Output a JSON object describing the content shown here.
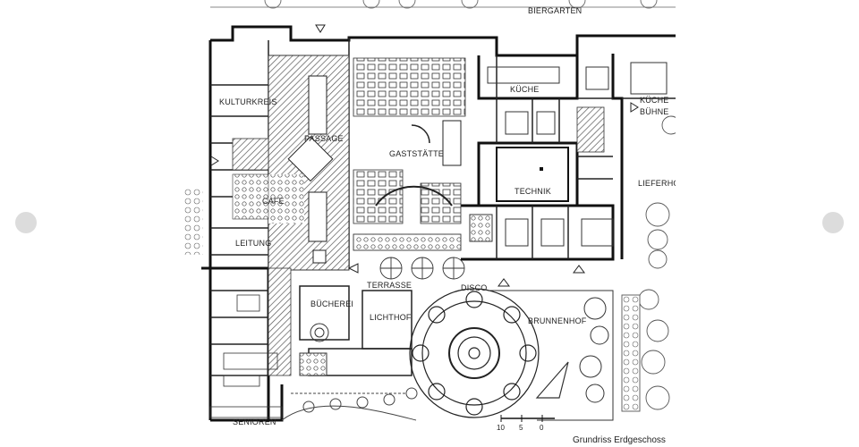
{
  "labels": {
    "biergarten": "BIERGARTEN",
    "kulturkreis": "KULTURKREIS",
    "passage": "PASSAGE",
    "kueche": "KÜCHE",
    "kueche_buehne_1": "KÜCHE",
    "kueche_buehne_2": "BÜHNE",
    "gaststaette": "GASTSTÄTTE",
    "technik": "TECHNIK",
    "lieferhof": "LIEFERHO",
    "cafe": "CAFE",
    "leitung": "LEITUNG",
    "terrasse": "TERRASSE",
    "disco": "DISCO",
    "buecherei": "BÜCHEREI",
    "lichthof": "LICHTHOF",
    "brunnenhof": "BRUNNENHOF",
    "senioren": "SENIOREN"
  },
  "scale_bar": {
    "ticks": [
      "10",
      "5",
      "0"
    ]
  },
  "caption": "Grundriss Erdgeschoss"
}
